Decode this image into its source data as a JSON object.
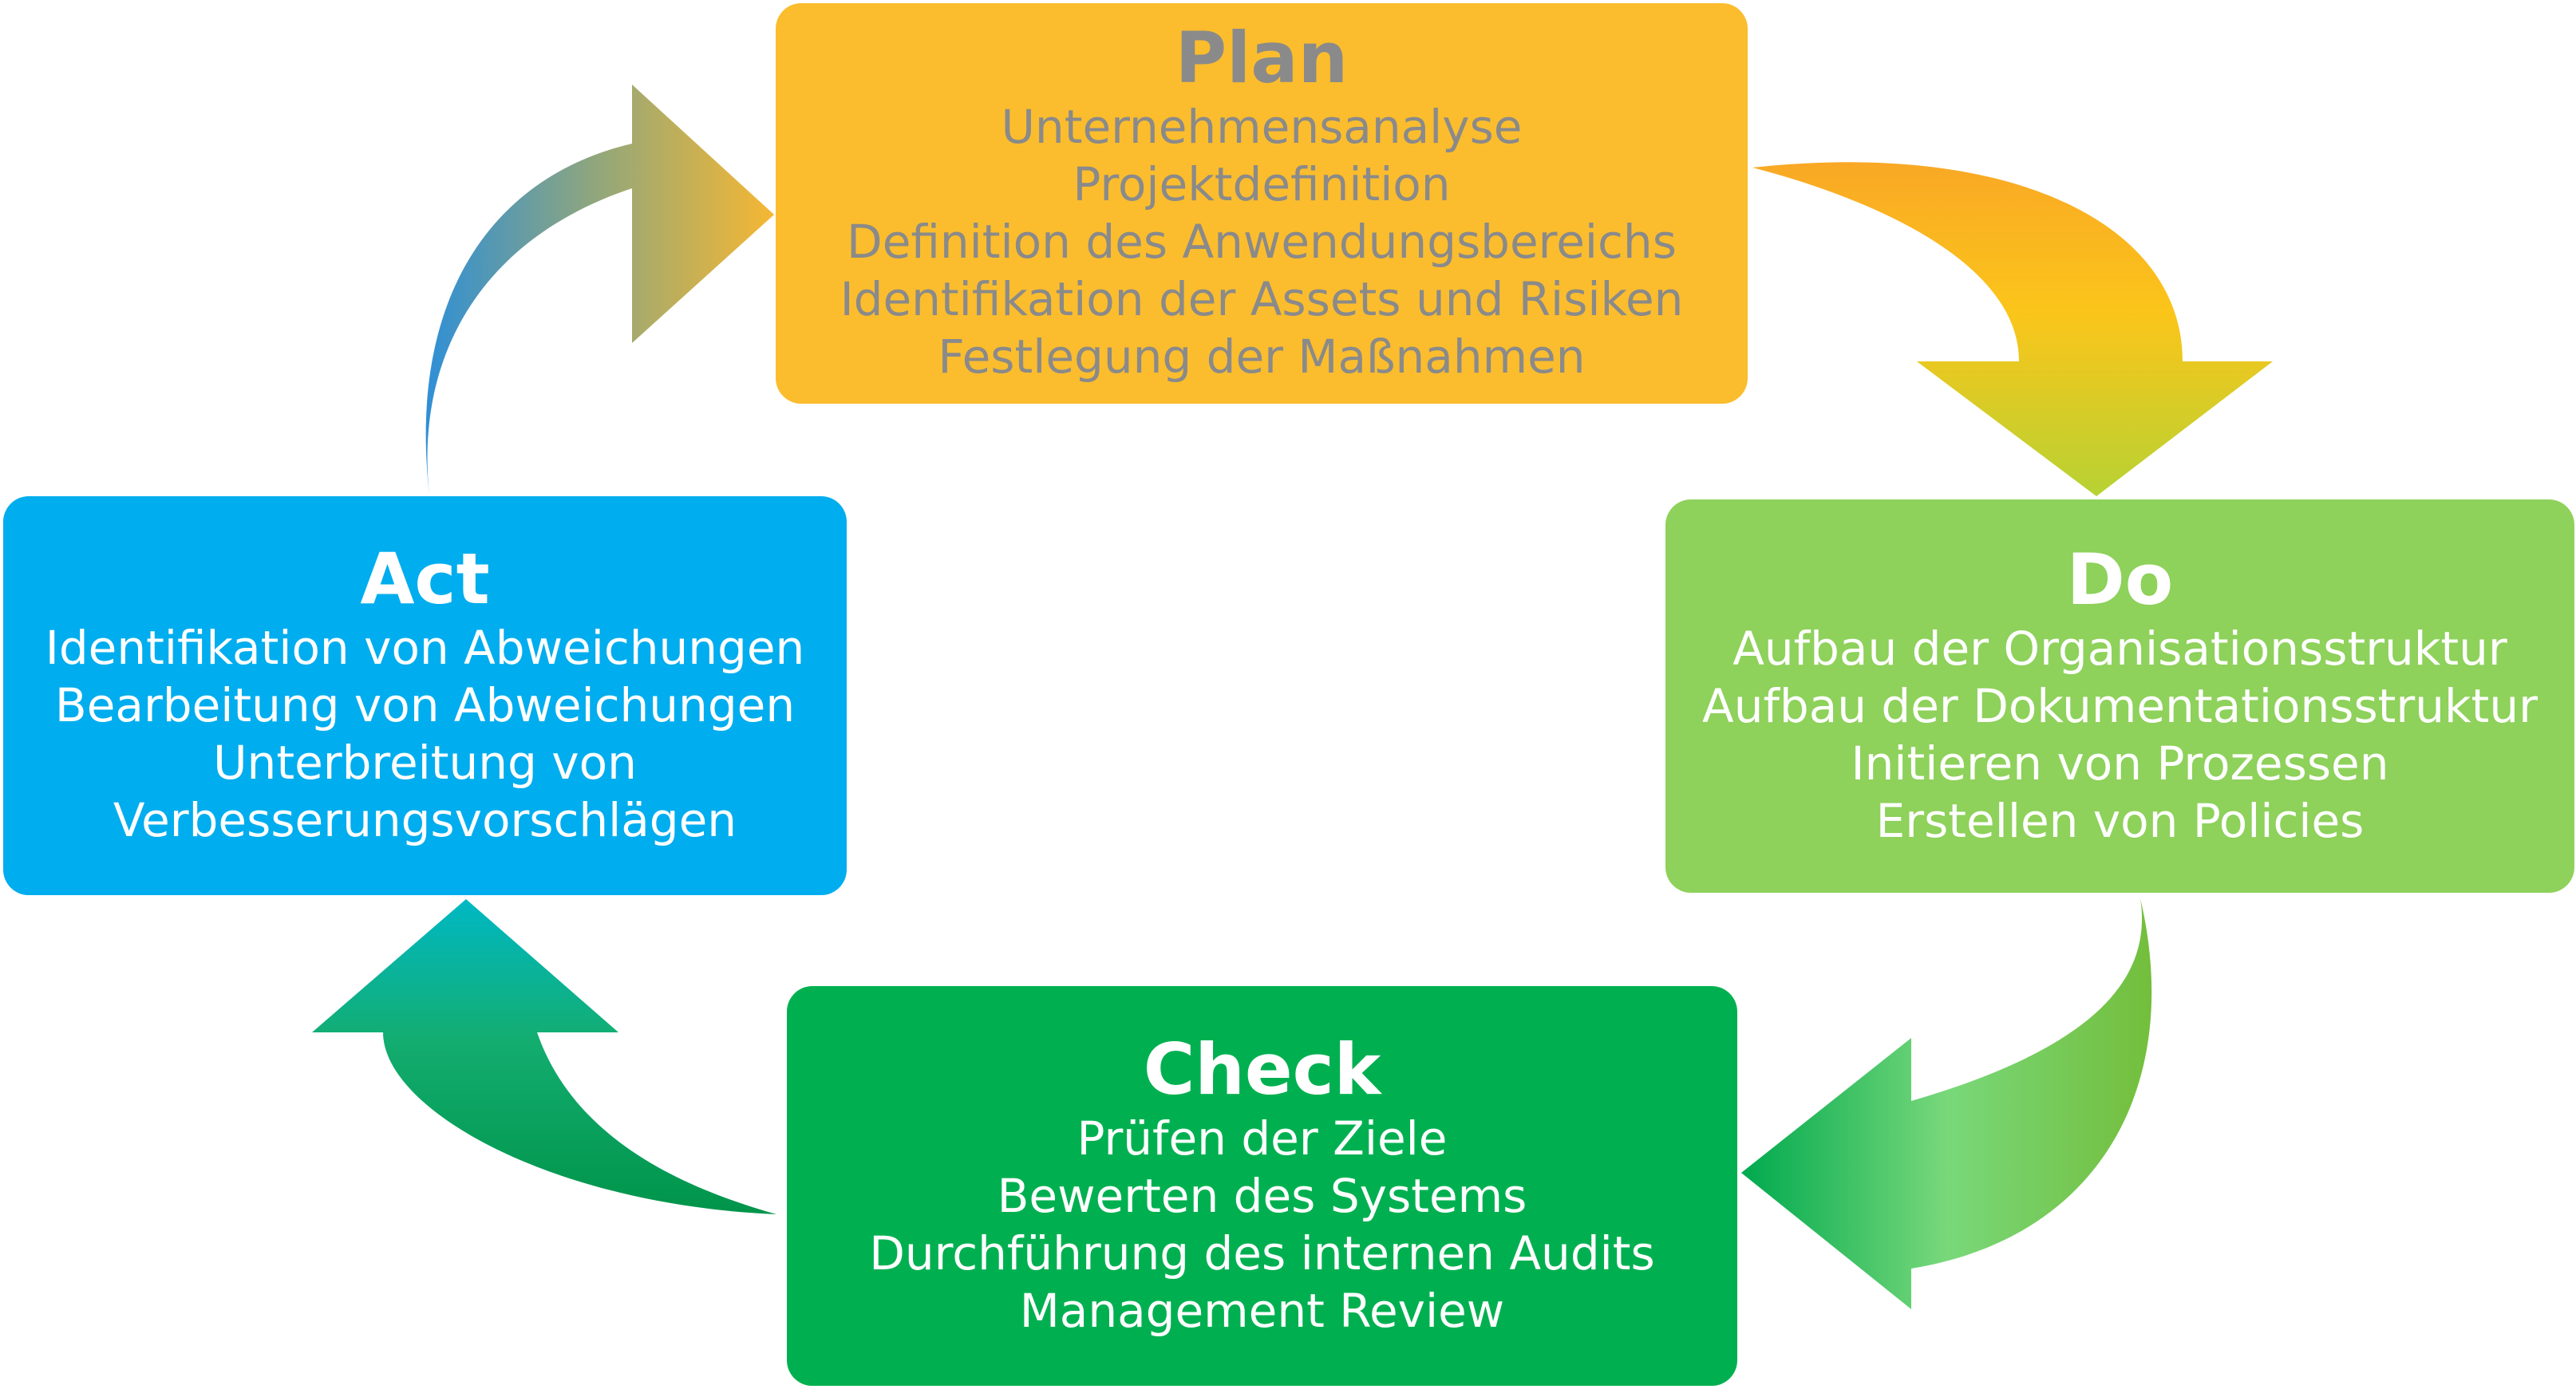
{
  "colors": {
    "plan": "#fbbd2d",
    "plan_text": "#8a8a8a",
    "do": "#8ed15b",
    "check": "#00b050",
    "act": "#00adee",
    "text_light": "#ffffff"
  },
  "plan": {
    "title": "Plan",
    "lines": [
      "Unternehmensanalyse",
      "Projektdefinition",
      "Definition des Anwendungsbereichs",
      "Identifikation der Assets und Risiken",
      "Festlegung der Maßnahmen"
    ]
  },
  "do": {
    "title": "Do",
    "lines": [
      "Aufbau der Organisationsstruktur",
      "Aufbau der Dokumentationsstruktur",
      "Initieren von Prozessen",
      "Erstellen von Policies"
    ]
  },
  "check": {
    "title": "Check",
    "lines": [
      "Prüfen der Ziele",
      "Bewerten des Systems",
      "Durchführung des internen Audits",
      "Management Review"
    ]
  },
  "act": {
    "title": "Act",
    "lines": [
      "Identifikation von Abweichungen",
      "Bearbeitung von Abweichungen",
      "Unterbreitung von",
      "Verbesserungsvorschlägen"
    ]
  }
}
